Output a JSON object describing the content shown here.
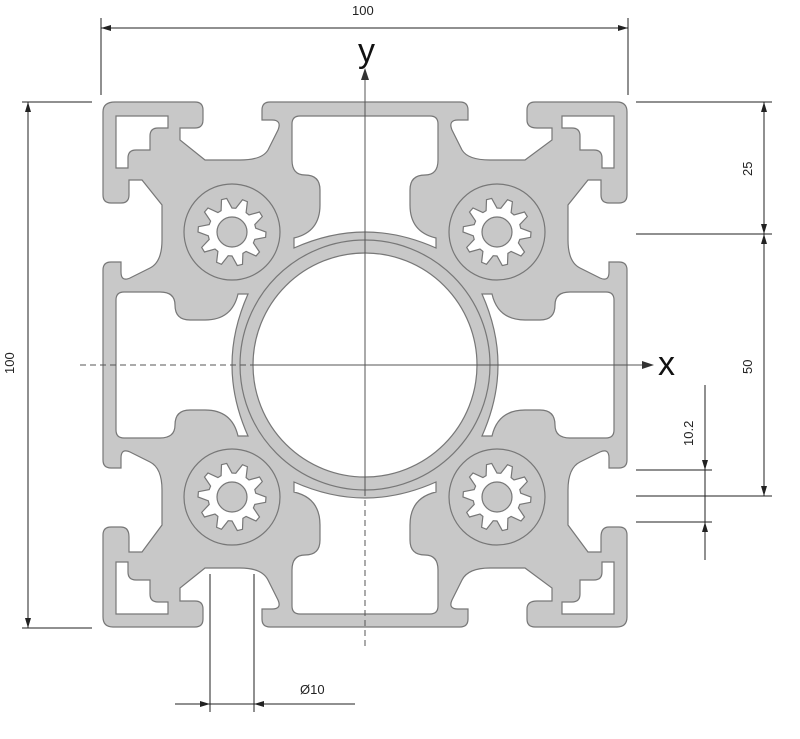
{
  "drawing": {
    "axis_x_label": "x",
    "axis_y_label": "y",
    "dimensions": {
      "top_width": "100",
      "left_height": "100",
      "right_upper": "25",
      "right_middle": "50",
      "slot_width": "10.2",
      "bore_diameter": "Ø10"
    }
  },
  "colors": {
    "profile_fill": "#c8c8c8",
    "profile_stroke": "#777777",
    "line": "#222222"
  }
}
